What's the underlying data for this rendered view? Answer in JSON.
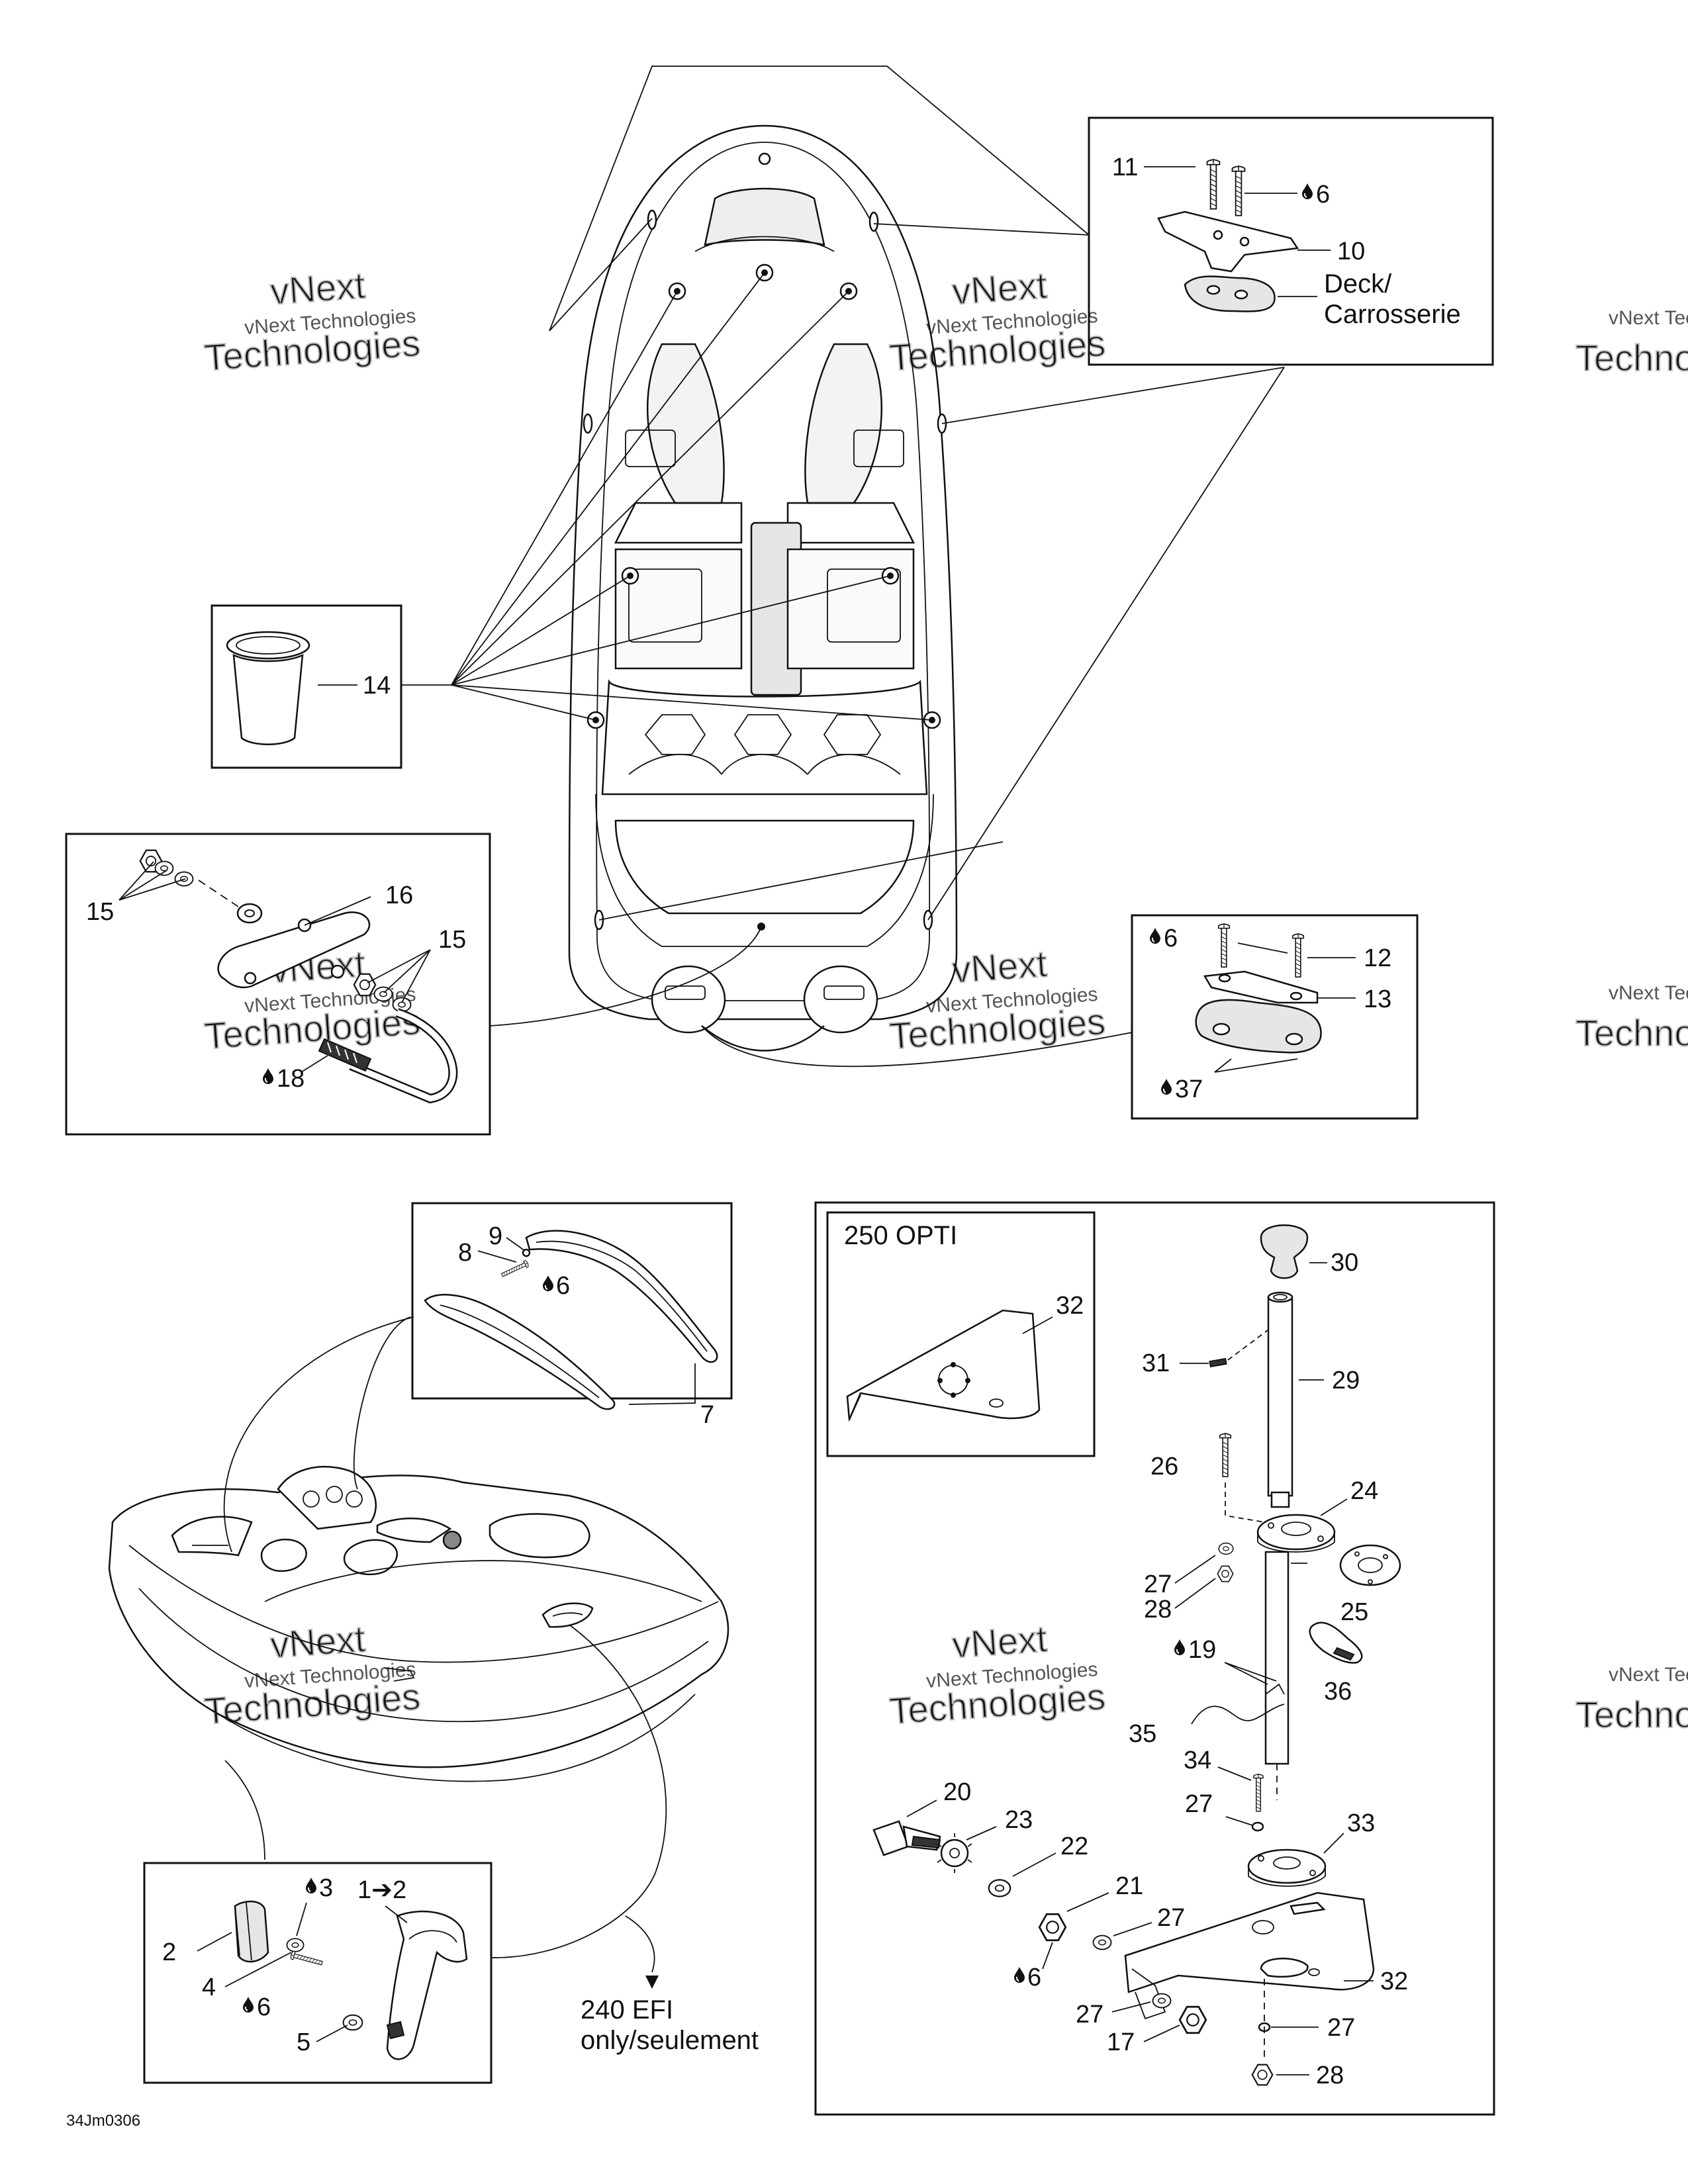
{
  "diagram_code": "34Jm0306",
  "watermark": {
    "line1": "vNext Technologies",
    "line2": "Technologies",
    "brand": "vNext"
  },
  "callouts": {
    "c2": "2",
    "c3": "3",
    "c4": "4",
    "c5": "5",
    "c6": "6",
    "c7": "7",
    "c8": "8",
    "c9": "9",
    "c10": "10",
    "c11": "11",
    "c12": "12",
    "c13": "13",
    "c14": "14",
    "c15": "15",
    "c16": "16",
    "c17": "17",
    "c18": "18",
    "c19": "19",
    "c20": "20",
    "c21": "21",
    "c22": "22",
    "c23": "23",
    "c24": "24",
    "c25": "25",
    "c26": "26",
    "c27": "27",
    "c28": "28",
    "c29": "29",
    "c30": "30",
    "c31": "31",
    "c32": "32",
    "c33": "33",
    "c34": "34",
    "c35": "35",
    "c36": "36",
    "c37": "37",
    "c1to2": "1➔2"
  },
  "labels": {
    "deck_en": "Deck/",
    "deck_fr": "Carrosserie",
    "opti": "250 OPTI",
    "efi_line1": "240 EFI",
    "efi_line2": "only/seulement"
  },
  "icons": {
    "drop": "sealant-drop-icon"
  }
}
